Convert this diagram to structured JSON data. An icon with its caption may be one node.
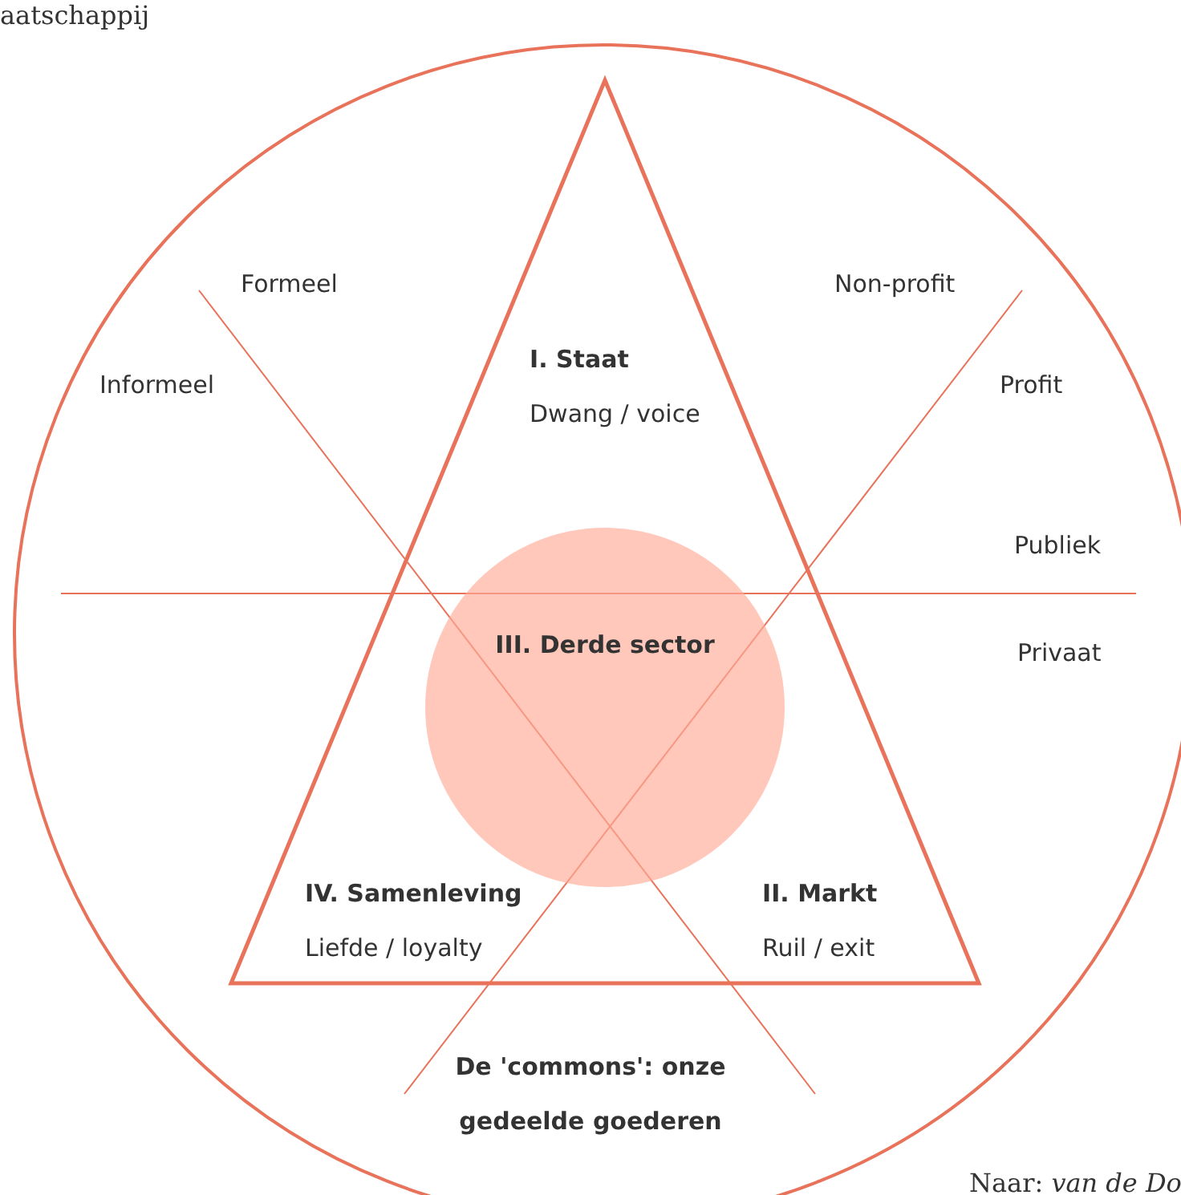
{
  "diagram": {
    "nodes": [
      {
        "text": [
          "III. Derde sector"
        ]
      }
    ],
    "labels": [
      "aatschappij",
      "Formeel",
      "Non-profit",
      "Informeel",
      "I. Staat",
      "Profit",
      "Dwang / voice",
      "Publiek",
      "Privaat",
      "IV. Samenleving",
      "II. Markt",
      "Liefde / loyalty",
      "Ruil / exit",
      "De 'commons': onze gedeelde goederen",
      "Naar: *van de Do*"
    ]
  }
}
